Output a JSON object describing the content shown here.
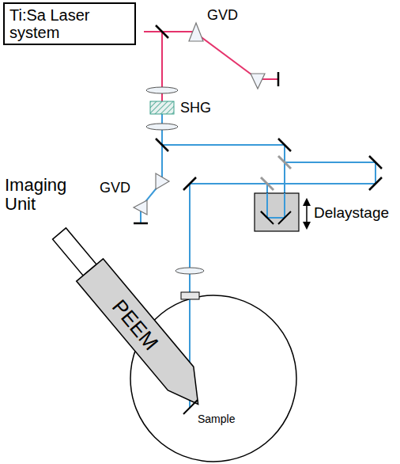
{
  "diagram": {
    "nodes": [
      {
        "text": [
          "Ti:Sa Laser system"
        ]
      },
      {
        "text": [
          "PEEM"
        ]
      }
    ],
    "labels": [
      "GVD",
      "SHG",
      "GVD",
      "Delaystage",
      "Imaging Unit",
      "Sample"
    ]
  }
}
